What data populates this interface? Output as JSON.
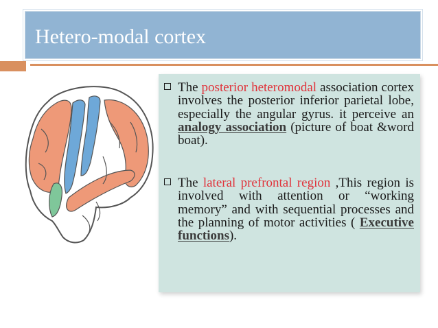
{
  "slide": {
    "title": "Hetero-modal cortex"
  },
  "bullets": [
    {
      "parts": [
        {
          "text": "The ",
          "style": "normal"
        },
        {
          "text": "posterior heteromodal",
          "style": "highlight"
        },
        {
          "text": " association cortex involves the posterior inferior parietal lobe, especially the angular gyrus. it perceive an ",
          "style": "normal"
        },
        {
          "text": "analogy association",
          "style": "emphasis"
        },
        {
          "text": " (picture of boat &word boat).",
          "style": "normal"
        }
      ]
    },
    {
      "parts": [
        {
          "text": "The ",
          "style": "normal"
        },
        {
          "text": "lateral prefrontal region",
          "style": "highlight"
        },
        {
          "text": " ,This region is involved with attention or “working memory” and with sequential processes and the planning of motor activities ( ",
          "style": "normal"
        },
        {
          "text": "Executive functions",
          "style": "emphasis"
        },
        {
          "text": ").",
          "style": "normal"
        }
      ]
    }
  ],
  "colors": {
    "title_bg": "#91b4d3",
    "accent": "#d9905f",
    "textbox_bg": "#cfe4e0",
    "highlight": "#e0323a",
    "brain_salmon": "#ee9978",
    "brain_blue": "#6ea8d8",
    "brain_green": "#7fc79a"
  }
}
